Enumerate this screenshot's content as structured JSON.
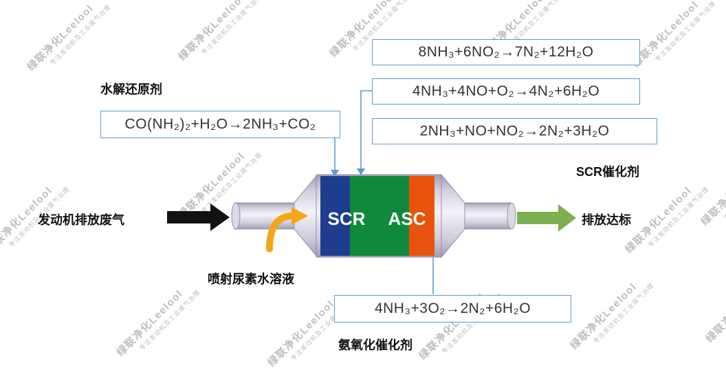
{
  "watermark": {
    "line1": "绿联净化Leelool",
    "line2": "专注发动机及工业废气治理"
  },
  "labels": {
    "hydrolysis_agent": "水解还原剂",
    "engine_exhaust": "发动机排放废气",
    "urea_injection": "喷射尿素水溶液",
    "scr_catalyst": "SCR催化剂",
    "emission_ok": "排放达标",
    "ammonia_oxidation_catalyst": "氨氧化催化剂",
    "scr_section": "SCR",
    "asc_section": "ASC"
  },
  "equations": {
    "no2_reduction": "8NH₃+6NO₂→7N₂+12H₂O",
    "standard_scr": "4NH₃+4NO+O₂→4N₂+6H₂O",
    "fast_scr": "2NH₃+NO+NO₂→2N₂+3H₂O",
    "urea_hydrolysis": "CO(NH₂)₂+H₂O→2NH₃+CO₂",
    "ammonia_oxidation": "4NH₃+3O₂→2N₂+6H₂O"
  },
  "colors": {
    "box_border": "#5b9bd5",
    "connector": "#5b9bd5",
    "scr_blue": "#1f3d8f",
    "scr_green": "#0f8a3c",
    "asc_orange": "#e8540e",
    "arrow_black": "#121212",
    "arrow_green": "#7cb050",
    "arrow_yellow": "#f2a71b"
  }
}
